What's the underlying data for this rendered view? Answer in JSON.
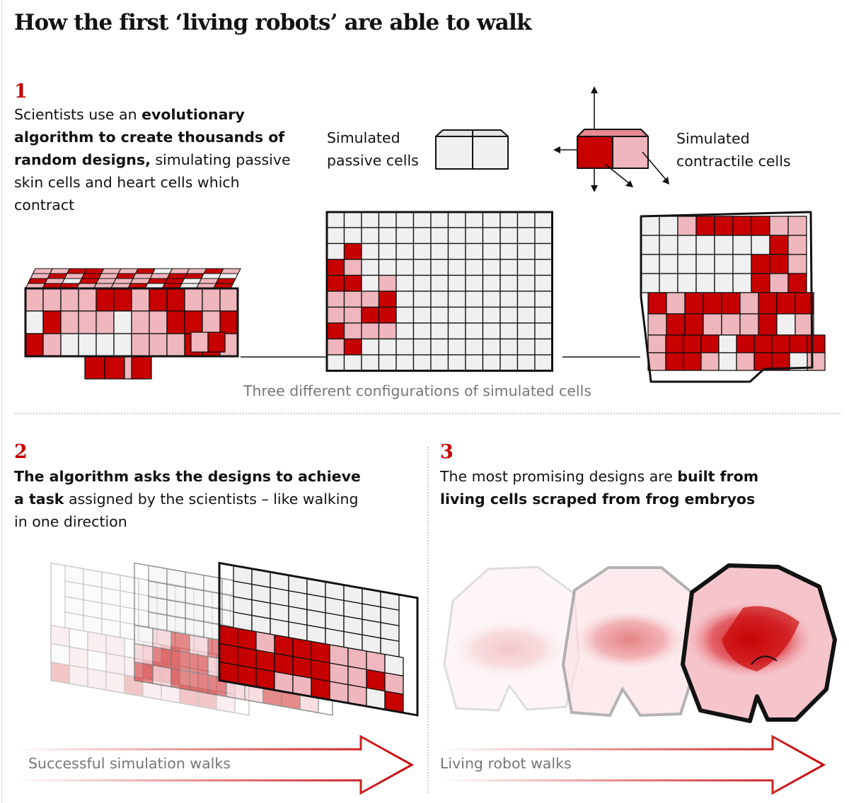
{
  "title": "How the first ‘living robots’ are able to walk",
  "colors": {
    "red": "#c70000",
    "pink": "#f0b6bd",
    "passive": "#f0f0f0",
    "outline": "#121212",
    "caption_grey": "#767676"
  },
  "step1": {
    "number": "1",
    "text_plain_1": "Scientists use an ",
    "text_bold": "evolutionary algorithm to create thousands of random designs,",
    "text_plain_2": " simulating passive skin cells and heart cells which contract",
    "legend_passive": "Simulated passive cells",
    "legend_contractile": "Simulated contractile cells",
    "caption": "Three different configurations of simulated cells"
  },
  "step2": {
    "number": "2",
    "text_bold": "The algorithm asks the designs to achieve a task",
    "text_plain": " assigned by the scientists – like walking in one direction",
    "arrow_label": "Successful simulation walks"
  },
  "step3": {
    "number": "3",
    "text_plain": "The most promising designs are ",
    "text_bold": "built from living cells scraped from frog embryos",
    "arrow_label": "Living robot walks"
  }
}
